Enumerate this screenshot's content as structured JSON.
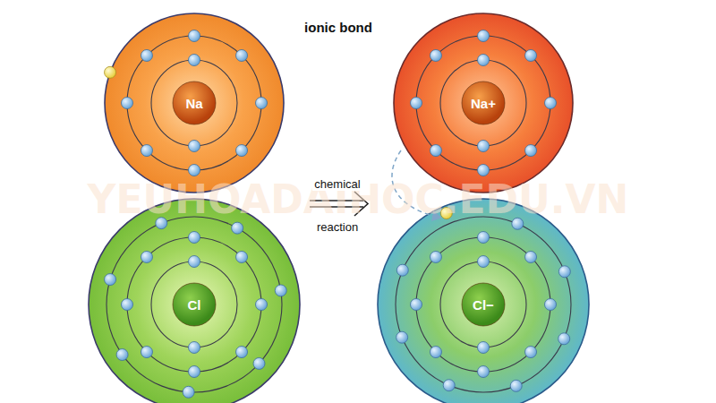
{
  "diagram": {
    "title": "ionic bond",
    "nodes": [
      {
        "text": [
          "Na"
        ]
      },
      {
        "text": [
          "Cl"
        ]
      },
      {
        "text": [
          "Na+"
        ]
      },
      {
        "text": [
          "Cl−"
        ]
      }
    ],
    "labels": [
      "chemical",
      "reaction",
      "YEUHOADAIHOC.EDU.VN"
    ]
  }
}
